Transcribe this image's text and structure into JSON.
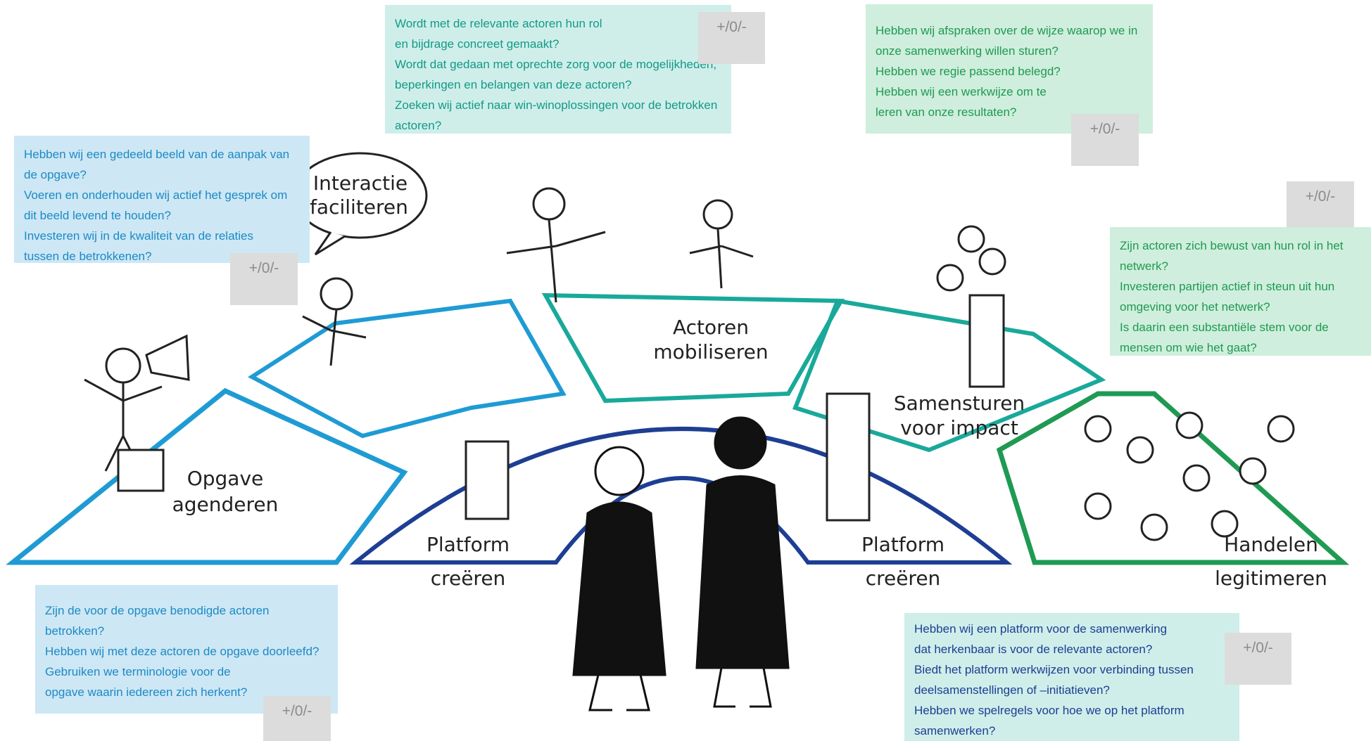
{
  "diagram": {
    "bubble": [
      "Interactie",
      "faciliteren"
    ],
    "segments": {
      "opgave": [
        "Opgave",
        "agenderen"
      ],
      "platform_left": [
        "Platform",
        "creëren"
      ],
      "actoren": [
        "Actoren",
        "mobiliseren"
      ],
      "samensturen": [
        "Samensturen",
        "voor impact"
      ],
      "platform_right": [
        "Platform",
        "creëren"
      ],
      "handelen": [
        "Handelen",
        "legitimeren"
      ]
    },
    "colors": {
      "light_blue": "#1f9bd4",
      "navy": "#1d3e93",
      "teal": "#19a99a",
      "green": "#1f9a52"
    }
  },
  "questions": {
    "interactie": [
      "Hebben wij een gedeeld beeld van de aanpak van de opgave?",
      "Voeren en onderhouden wij actief het gesprek om dit beeld levend te houden?",
      "Investeren wij in de kwaliteit van de relaties tussen de betrokkenen?"
    ],
    "mobiliseren": [
      "Wordt met de relevante actoren hun rol en bijdrage concreet gemaakt?",
      "Wordt dat gedaan met oprechte zorg voor de mogelijkheden, beperkingen en belangen van deze actoren?",
      "Zoeken wij actief naar win-winoplossingen voor de betrokken actoren?"
    ],
    "samensturen": [
      "Hebben wij afspraken over de wijze waarop we in onze samenwerking willen sturen?",
      "Hebben we regie passend belegd?",
      "Hebben wij een werkwijze om te leren van onze resultaten?"
    ],
    "legitimeren": [
      "Zijn actoren zich bewust van hun rol in het netwerk?",
      "Investeren partijen actief in steun uit hun omgeving voor het netwerk?",
      "Is daarin een substantiële stem voor de mensen om wie het gaat?"
    ],
    "agenderen": [
      "Zijn de voor de opgave benodigde actoren betrokken?",
      "Hebben wij met deze actoren de opgave doorleefd?",
      "Gebruiken we terminologie voor de opgave waarin iedereen zich herkent?"
    ],
    "platform": [
      "Hebben wij een platform voor de samenwerking dat herkenbaar is voor de relevante actoren?",
      "Biedt het platform werkwijzen voor verbinding tussen deelsamenstellingen of –initiatieven?",
      "Hebben we spelregels voor hoe we op het platform samenwerken?"
    ]
  },
  "scores": {
    "interactie": "+/0/-",
    "mobiliseren": "+/0/-",
    "samensturen": "+/0/-",
    "legitimeren": "+/0/-",
    "agenderen": "+/0/-",
    "platform": "+/0/-"
  }
}
